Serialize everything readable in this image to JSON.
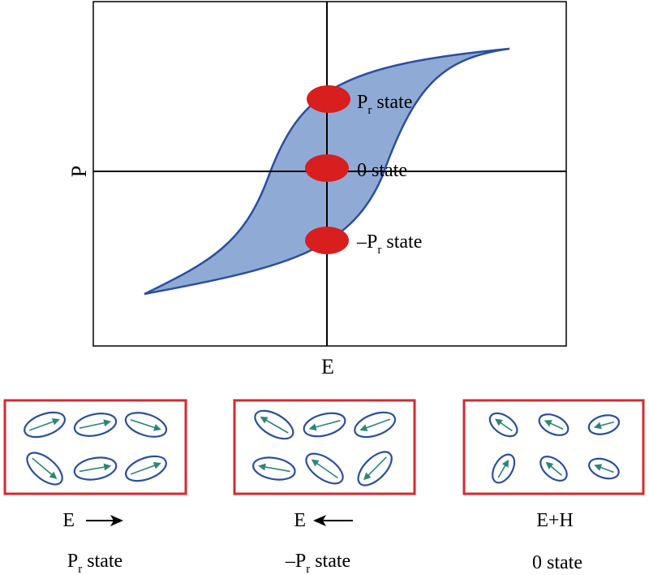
{
  "plot": {
    "x_axis_label": "E",
    "y_axis_label": "P",
    "loop_color": "#8fabd5",
    "loop_stroke": "#2a4f9e",
    "states": [
      {
        "main": "P",
        "sub": "r",
        "suffix": " state"
      },
      {
        "main": "0 state",
        "sub": "",
        "suffix": ""
      },
      {
        "main": "–P",
        "sub": "r",
        "suffix": " state"
      }
    ],
    "state_dot_color": "#d81e1e"
  },
  "panels": [
    {
      "field": "E",
      "arrow": "right",
      "state_main": "P",
      "state_sub": "r",
      "state_suffix": " state",
      "domains": [
        {
          "angle": -20,
          "arrow": "right"
        },
        {
          "angle": -12,
          "arrow": "right"
        },
        {
          "angle": 18,
          "arrow": "right"
        },
        {
          "angle": 40,
          "arrow": "right"
        },
        {
          "angle": -10,
          "arrow": "right"
        },
        {
          "angle": -20,
          "arrow": "right"
        }
      ]
    },
    {
      "field": "E",
      "arrow": "left",
      "state_main": "–P",
      "state_sub": "r",
      "state_suffix": " state",
      "domains": [
        {
          "angle": 30,
          "arrow": "left"
        },
        {
          "angle": -15,
          "arrow": "left"
        },
        {
          "angle": -20,
          "arrow": "left"
        },
        {
          "angle": 10,
          "arrow": "left"
        },
        {
          "angle": 35,
          "arrow": "left"
        },
        {
          "angle": -45,
          "arrow": "left"
        }
      ]
    },
    {
      "field": "E+H",
      "arrow": "",
      "state_main": "0 state",
      "state_sub": "",
      "state_suffix": "",
      "domains": [
        {
          "angle": -55,
          "arrow": "left"
        },
        {
          "angle": -65,
          "arrow": "left"
        },
        {
          "angle": 75,
          "arrow": "right"
        },
        {
          "angle": 30,
          "arrow": "left"
        },
        {
          "angle": -50,
          "arrow": "left"
        },
        {
          "angle": -70,
          "arrow": "left"
        }
      ]
    }
  ],
  "colors": {
    "panel_border": "#d42a32",
    "domain_stroke": "#2a4f9e",
    "domain_arrow": "#2e8578"
  }
}
